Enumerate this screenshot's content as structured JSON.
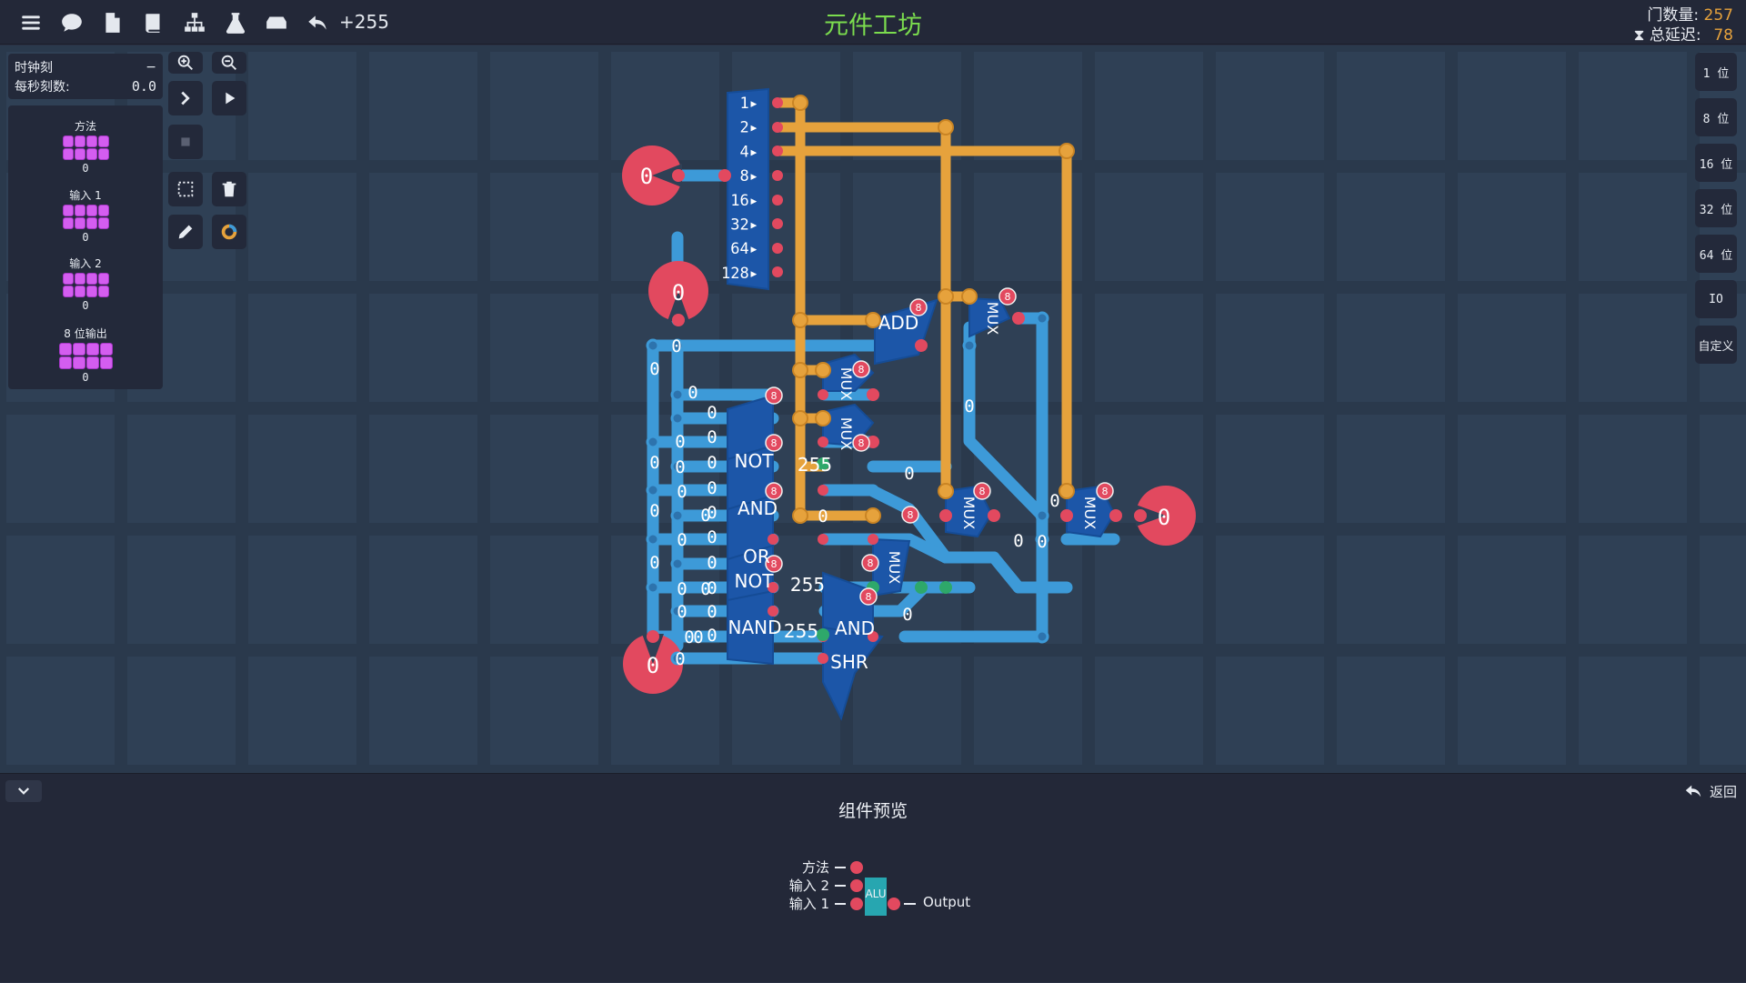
{
  "topbar": {
    "undo_count": "+255",
    "title": "元件工坊",
    "gate_count_label": "门数量:",
    "gate_count": "257",
    "delay_label": "总延迟:",
    "delay": "78"
  },
  "clock": {
    "label": "时钟刻",
    "collapse": "−",
    "rate_label": "每秒刻数:",
    "rate": "0.0"
  },
  "ports": [
    {
      "label": "方法",
      "value": "0"
    },
    {
      "label": "输入 1",
      "value": "0"
    },
    {
      "label": "输入 2",
      "value": "0"
    },
    {
      "label": "8 位输出",
      "value": "0"
    }
  ],
  "bit_widths": [
    "1 位",
    "8 位",
    "16 位",
    "32 位",
    "64 位",
    "IO",
    "自定义"
  ],
  "circuit": {
    "input_method": "0",
    "input_1": "0",
    "input_2": "0",
    "output": "0",
    "splitter_bits": [
      "1",
      "2",
      "4",
      "8",
      "16",
      "32",
      "64",
      "128"
    ],
    "gates": [
      "ADD",
      "NOT",
      "AND",
      "OR",
      "NOT",
      "NAND",
      "AND",
      "SHR",
      "MUX",
      "MUX",
      "MUX",
      "MUX",
      "MUX",
      "MUX"
    ],
    "consts": [
      "255",
      "255",
      "255"
    ],
    "bus_width": "8",
    "wire_value": "0"
  },
  "preview": {
    "title": "组件预览",
    "back": "返回",
    "chip_label": "ALU",
    "pins_in": [
      "方法",
      "输入 2",
      "输入 1"
    ],
    "pin_out": "Output"
  },
  "colors": {
    "wire_blue": "#3d9ad8",
    "wire_orange": "#e6a23c",
    "pin_red": "#e2495f",
    "gate_blue": "#1c56a8",
    "title_green": "#7bdc4e",
    "chip_teal": "#27a6b0"
  }
}
